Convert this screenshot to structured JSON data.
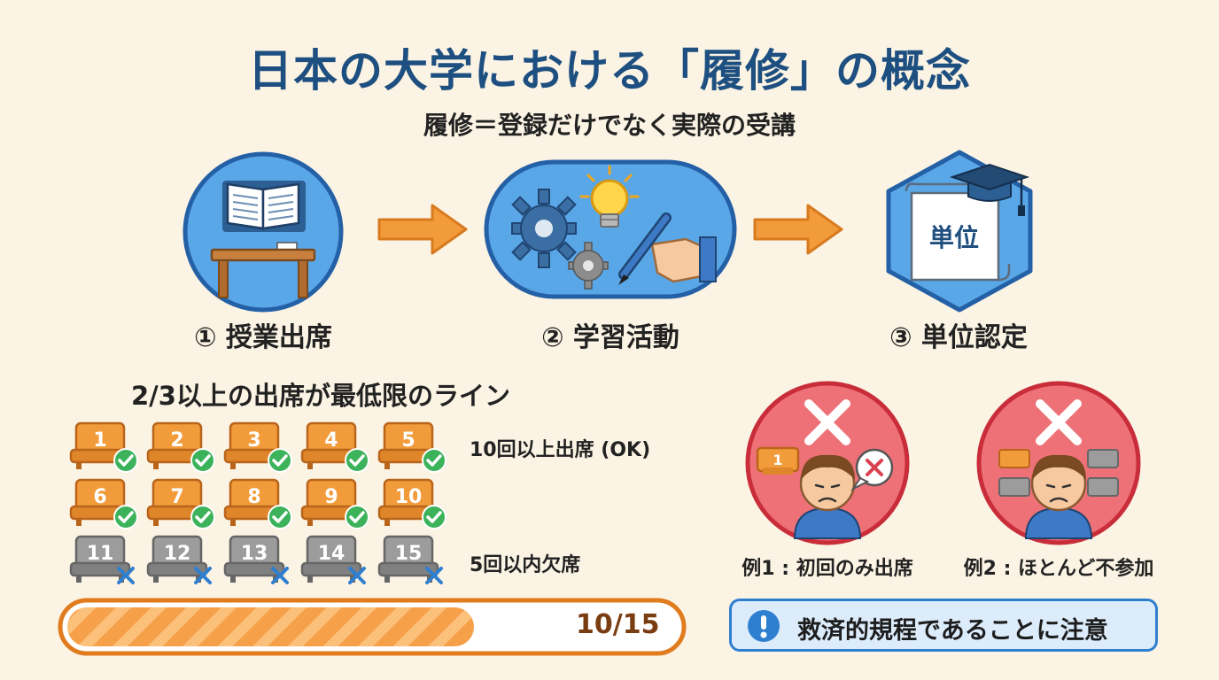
{
  "title": "日本の大学における「履修」の概念",
  "subtitle": "履修＝登録だけでなく実際の受講",
  "steps": [
    {
      "label": "① 授業出席",
      "icon": "book-desk-icon"
    },
    {
      "label": "② 学習活動",
      "icon": "gears-lightbulb-hand-icon"
    },
    {
      "label": "③ 単位認定",
      "icon": "diploma-cap-icon",
      "badge_text": "単位"
    }
  ],
  "attendance": {
    "heading": "2/3以上の出席が最低限のライン",
    "attended": [
      "1",
      "2",
      "3",
      "4",
      "5",
      "6",
      "7",
      "8",
      "9",
      "10"
    ],
    "absent": [
      "11",
      "12",
      "13",
      "14",
      "15"
    ],
    "attended_label": "10回以上出席 (OK)",
    "absent_label": "5回以内欠席",
    "progress": {
      "text": "10/15",
      "value": 10,
      "total": 15
    }
  },
  "examples": [
    {
      "label": "例1 : 初回のみ出席",
      "seat_number": "1"
    },
    {
      "label": "例2 : ほとんど不参加"
    }
  ],
  "notice": {
    "text": "救済的規程であることに注意",
    "icon": "exclamation-icon"
  },
  "colors": {
    "title": "#1d4f80",
    "orange": "#f29b3a",
    "blue": "#2f7fd0",
    "red": "#d9414f",
    "green": "#3cb25a",
    "grey": "#9c9c9c"
  }
}
